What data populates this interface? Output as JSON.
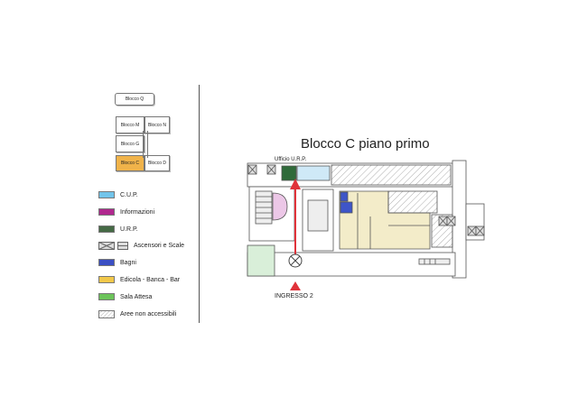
{
  "block_map": {
    "blocks": {
      "q": "Blocco Q",
      "m": "Blocco M",
      "n": "Blocco N",
      "g": "Blocco G",
      "c": "Blocco C",
      "d": "Blocco D"
    },
    "highlight_color": "#f0b34a"
  },
  "legend": {
    "items": [
      {
        "key": "cup",
        "label": "C.U.P.",
        "color": "#72c4ea"
      },
      {
        "key": "info",
        "label": "Informazioni",
        "color": "#b0288e"
      },
      {
        "key": "urp",
        "label": "U.R.P.",
        "color": "#456a45"
      },
      {
        "key": "lifts",
        "label": "Ascensori e Scale",
        "color": "#d8d8d8"
      },
      {
        "key": "wc",
        "label": "Bagni",
        "color": "#3b4fc4"
      },
      {
        "key": "shop",
        "label": "Edicola - Banca - Bar",
        "color": "#f2c84a"
      },
      {
        "key": "wait",
        "label": "Sala Attesa",
        "color": "#6cc45a"
      },
      {
        "key": "closed",
        "label": "Aree non accessibili",
        "color": "#eeeeee"
      }
    ]
  },
  "floor_plan": {
    "title": "Blocco C piano primo",
    "urp_label": "Ufficio U.R.P.",
    "entrance_label": "INGRESSO 2",
    "colors": {
      "cup": "#cfe9f7",
      "urp": "#2f6a3a",
      "wc": "#3e55c8",
      "shop": "#f3ecc9",
      "wait": "#d9efd9",
      "pink": "#ecc7e7",
      "route": "#e0323a"
    }
  }
}
